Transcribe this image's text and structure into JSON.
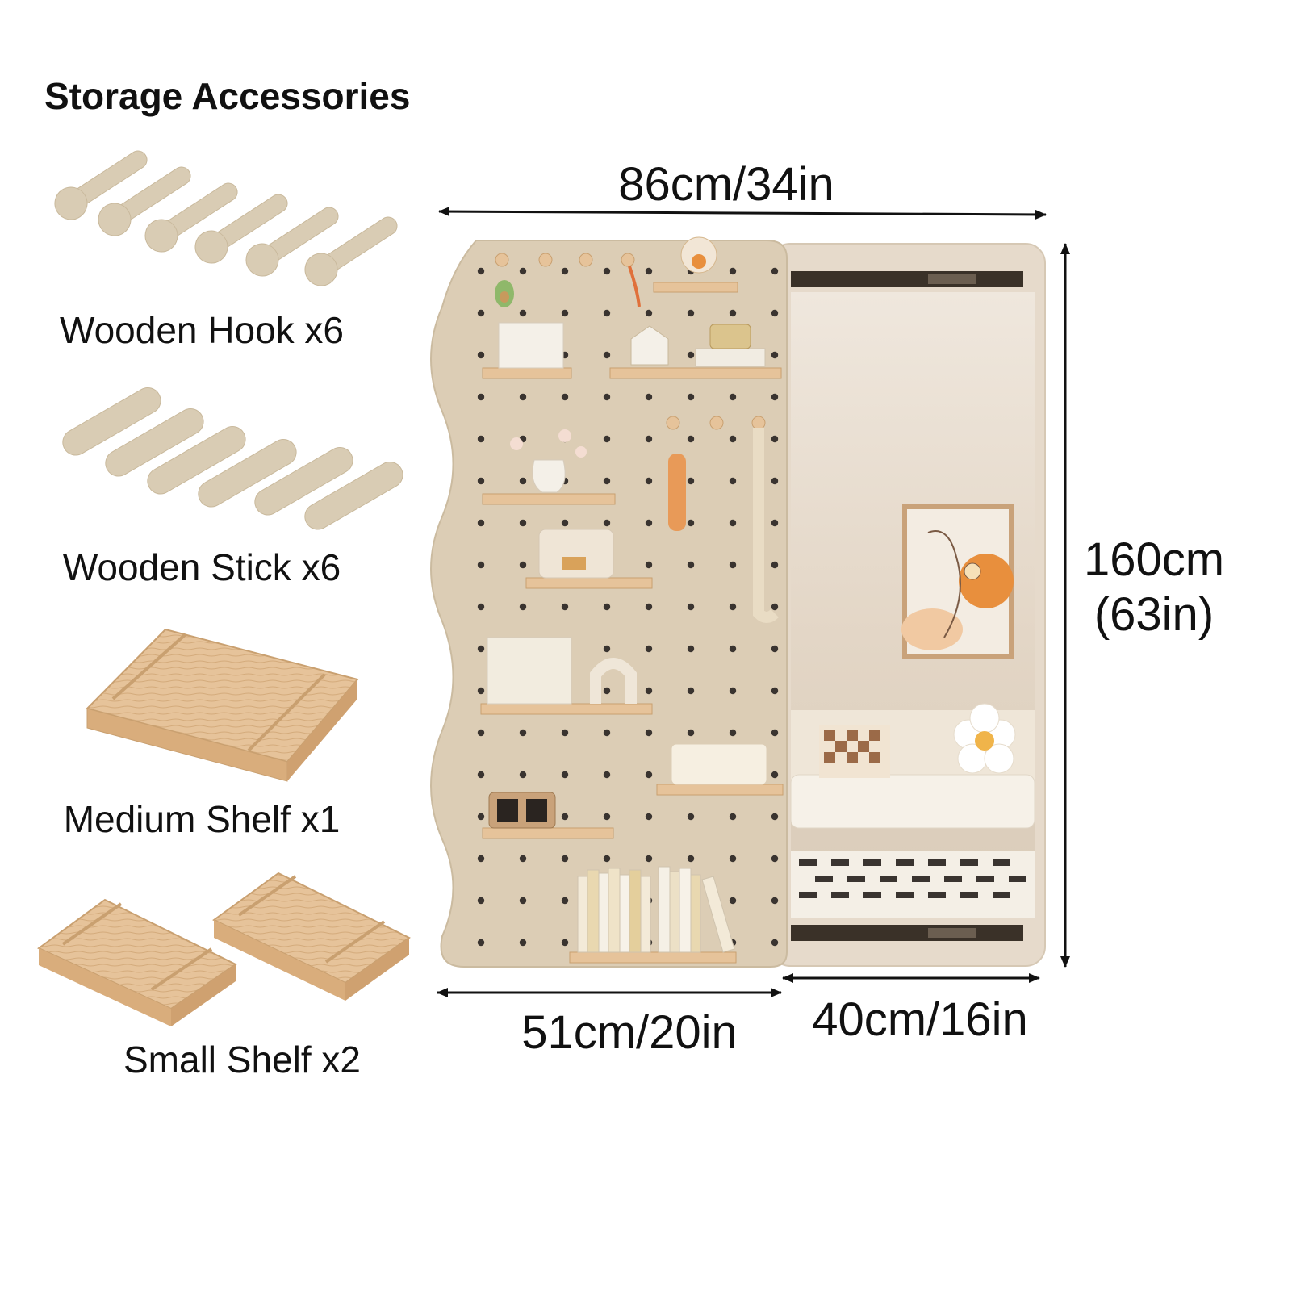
{
  "page": {
    "title": "Storage Accessories"
  },
  "accessories": [
    {
      "label": "Wooden Hook x6",
      "icon": "wooden-hook-icon"
    },
    {
      "label": "Wooden Stick x6",
      "icon": "wooden-stick-icon"
    },
    {
      "label": "Medium Shelf x1",
      "icon": "medium-shelf-icon"
    },
    {
      "label": "Small Shelf x2",
      "icon": "small-shelf-icon"
    }
  ],
  "dimensions": {
    "total_width": "86cm/34in",
    "height_cm": "160cm",
    "height_in": "(63in)",
    "pegboard_width": "51cm/20in",
    "mirror_width": "40cm/16in"
  },
  "colors": {
    "pegboard": "#dccdb5",
    "mirror_frame": "#e6dacb",
    "wood": "#e6c39a",
    "hook": "#d9ccb4",
    "ink": "#111111"
  }
}
